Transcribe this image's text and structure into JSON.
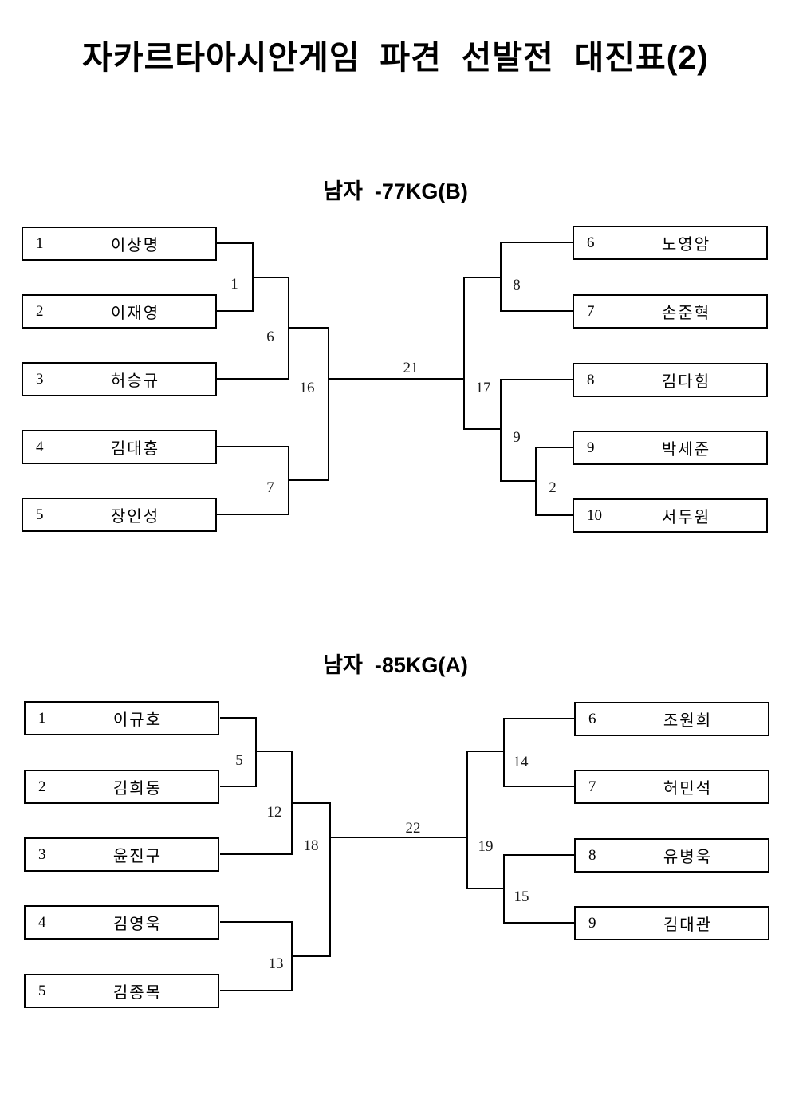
{
  "title": "자카르타아시안게임  파견  선발전  대진표(2)",
  "brackets": [
    {
      "heading": "남자  -77KG(B)",
      "left": [
        {
          "seed": "1",
          "name": "이상명"
        },
        {
          "seed": "2",
          "name": "이재영"
        },
        {
          "seed": "3",
          "name": "허승규"
        },
        {
          "seed": "4",
          "name": "김대홍"
        },
        {
          "seed": "5",
          "name": "장인성"
        }
      ],
      "right": [
        {
          "seed": "6",
          "name": "노영암"
        },
        {
          "seed": "7",
          "name": "손준혁"
        },
        {
          "seed": "8",
          "name": "김다힘"
        },
        {
          "seed": "9",
          "name": "박세준"
        },
        {
          "seed": "10",
          "name": "서두원"
        }
      ],
      "matches": {
        "m1": "1",
        "m6": "6",
        "m7": "7",
        "m16": "16",
        "final": "21",
        "m17": "17",
        "m8": "8",
        "m9": "9",
        "m2": "2"
      }
    },
    {
      "heading": "남자  -85KG(A)",
      "left": [
        {
          "seed": "1",
          "name": "이규호"
        },
        {
          "seed": "2",
          "name": "김희동"
        },
        {
          "seed": "3",
          "name": "윤진구"
        },
        {
          "seed": "4",
          "name": "김영욱"
        },
        {
          "seed": "5",
          "name": "김종목"
        }
      ],
      "right": [
        {
          "seed": "6",
          "name": "조원희"
        },
        {
          "seed": "7",
          "name": "허민석"
        },
        {
          "seed": "8",
          "name": "유병욱"
        },
        {
          "seed": "9",
          "name": "김대관"
        }
      ],
      "matches": {
        "m5": "5",
        "m12": "12",
        "m13": "13",
        "m18": "18",
        "final": "22",
        "m19": "19",
        "m14": "14",
        "m15": "15"
      }
    }
  ]
}
